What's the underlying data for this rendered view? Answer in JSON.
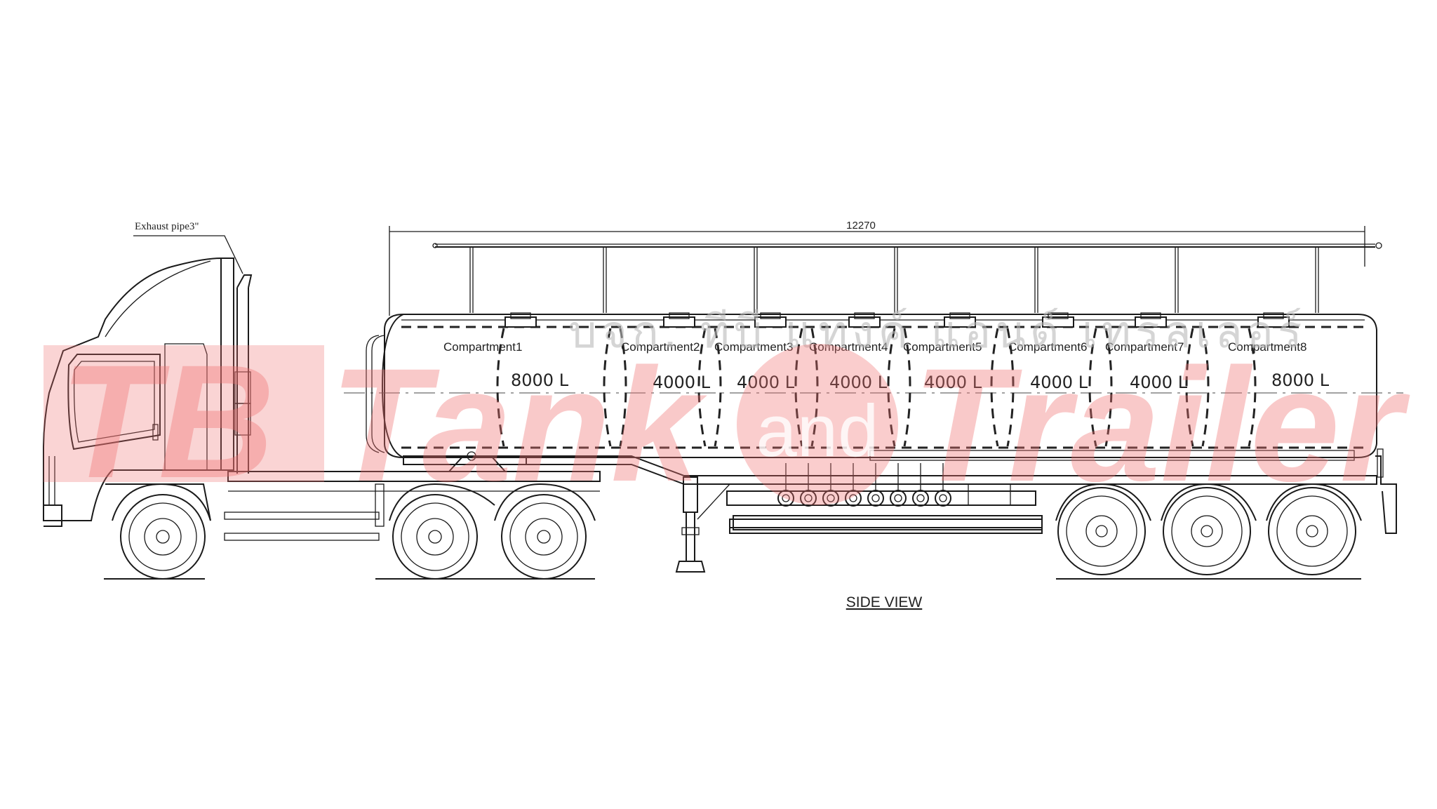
{
  "annotations": {
    "exhaust_note": "Exhaust pipe3\"",
    "overall_length": "12270",
    "view_title": "SIDE VIEW"
  },
  "compartments": [
    {
      "label": "Compartment1",
      "volume": "8000  L"
    },
    {
      "label": "Compartment2",
      "volume": "4000  L"
    },
    {
      "label": "Compartment3",
      "volume": "4000  L"
    },
    {
      "label": "Compartment4",
      "volume": "4000  L"
    },
    {
      "label": "Compartment5",
      "volume": "4000  L"
    },
    {
      "label": "Compartment6",
      "volume": "4000  L"
    },
    {
      "label": "Compartment7",
      "volume": "4000  L"
    },
    {
      "label": "Compartment8",
      "volume": "8000  L"
    }
  ],
  "watermark": {
    "logo_mark": "TB",
    "word_tank": "Tank",
    "word_and": "and",
    "word_trailer": "Trailer",
    "thai_line": "บจก. ทีบี แทงค์ แอนด์ เทรลเลอร์",
    "color": "#f07070"
  }
}
